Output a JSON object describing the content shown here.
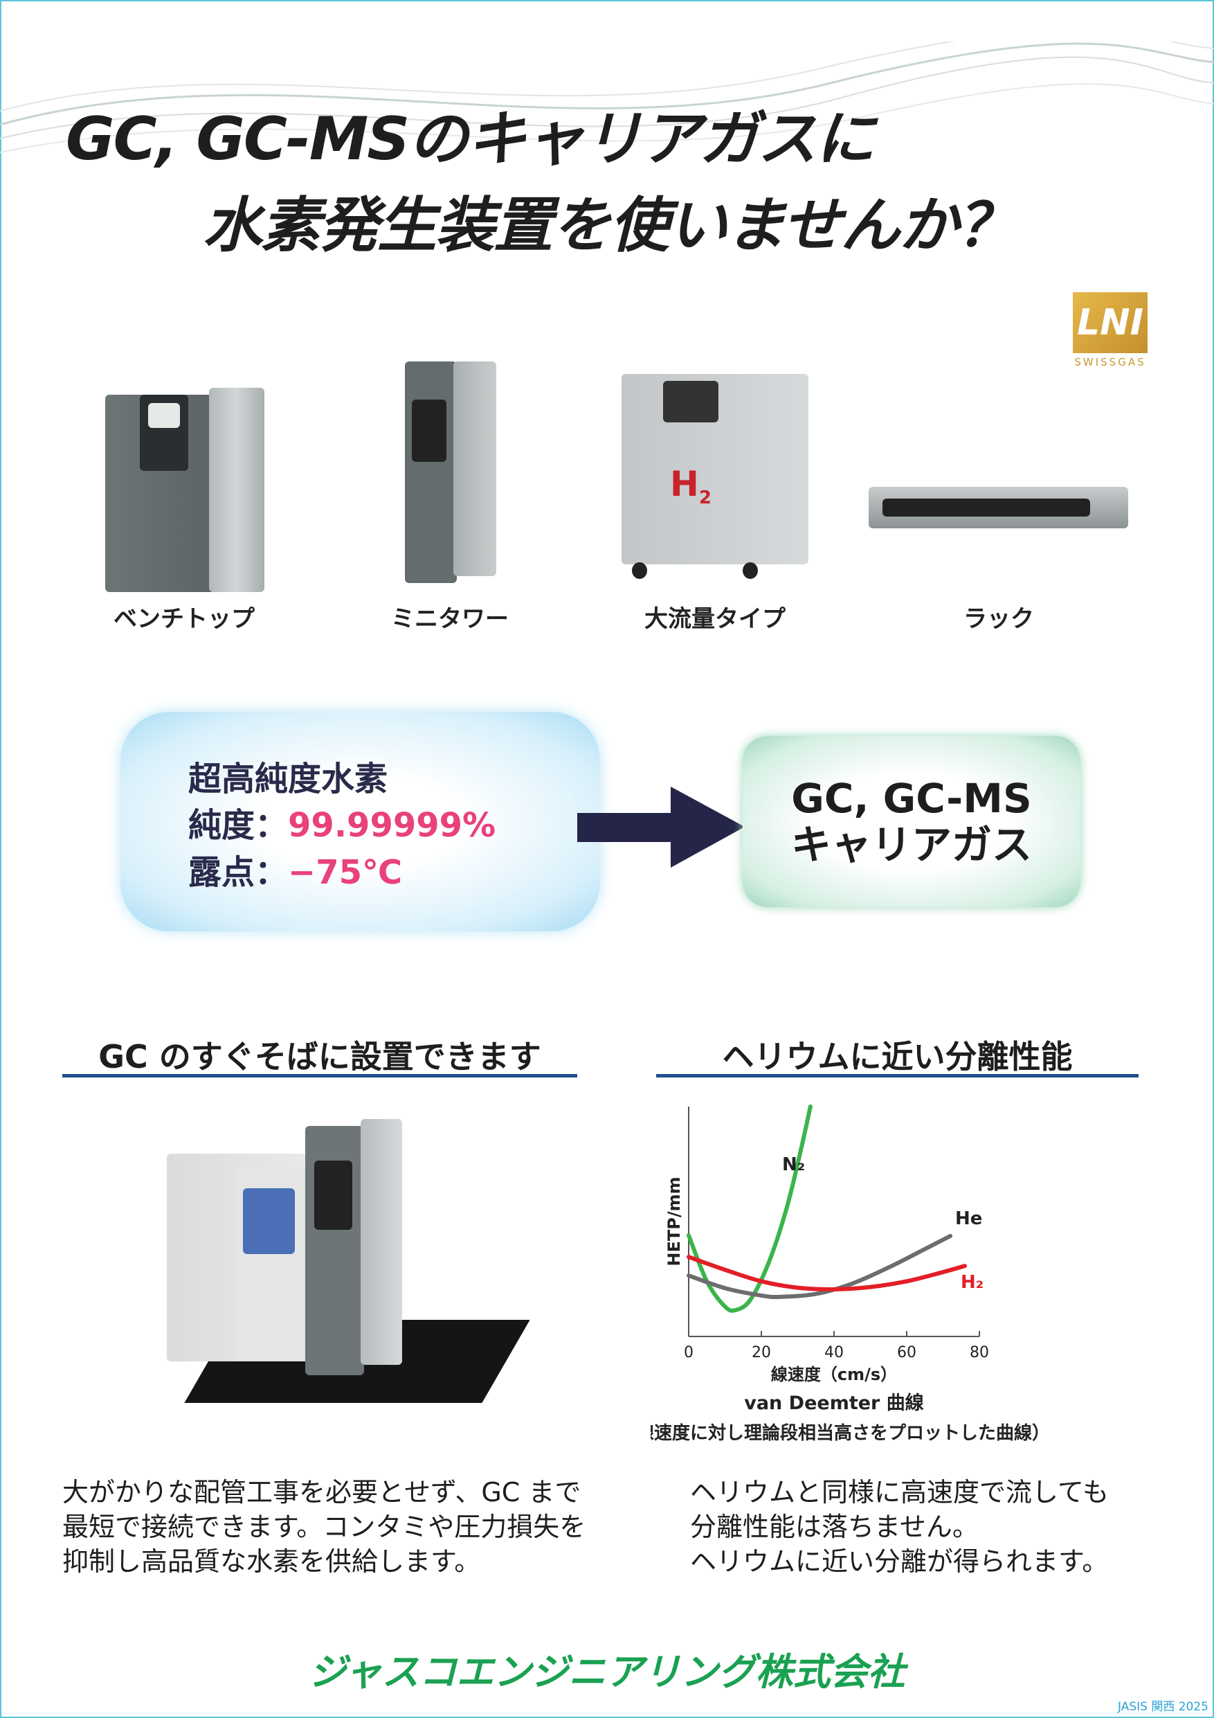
{
  "header": {
    "title_line1": "GC, GC-MSのキャリアガスに",
    "title_line2": "水素発生装置を使いませんか？"
  },
  "logo": {
    "mark": "LNI",
    "sub": "SWISSGAS"
  },
  "products": [
    {
      "label": "ベンチトップ"
    },
    {
      "label": "ミニタワー"
    },
    {
      "label": "大流量タイプ"
    },
    {
      "label": "ラック"
    }
  ],
  "spec": {
    "heading": "超高純度水素",
    "purity_label": "純度：",
    "purity_value": "99.99999%",
    "dew_label": "露点：",
    "dew_value": "−75℃"
  },
  "target": {
    "line1": "GC, GC-MS",
    "line2": "キャリアガス"
  },
  "left_section": {
    "heading": "GC のすぐそばに設置できます",
    "body": [
      "大がかりな配管工事を必要とせず、GC まで",
      "最短で接続できます。コンタミや圧力損失を",
      "抑制し高品質な水素を供給します。"
    ]
  },
  "right_section": {
    "heading": "ヘリウムに近い分離性能",
    "body": [
      "ヘリウムと同様に高速度で流しても",
      "分離性能は落ちません。",
      "ヘリウムに近い分離が得られます。"
    ]
  },
  "chart_data": {
    "type": "line",
    "title": "van Deemter 曲線",
    "subtitle": "（線速度に対し理論段相当高さをプロットした曲線）",
    "xlabel": "線速度（cm/s）",
    "ylabel": "HETP/mm",
    "xlim": [
      0,
      80
    ],
    "ylim": [
      0,
      10
    ],
    "xticks": [
      "0",
      "20",
      "40",
      "60",
      "80"
    ],
    "grid": false,
    "series": [
      {
        "name": "N2",
        "label": "N₂",
        "color": "#3cb44a",
        "points": [
          [
            0,
            4.4
          ],
          [
            5,
            2.4
          ],
          [
            10,
            1.3
          ],
          [
            13,
            1.15
          ],
          [
            17,
            1.6
          ],
          [
            22,
            3.2
          ],
          [
            27,
            5.6
          ],
          [
            31,
            8.2
          ],
          [
            33.5,
            10
          ]
        ]
      },
      {
        "name": "He",
        "label": "He",
        "color": "#6d6d70",
        "points": [
          [
            0,
            2.65
          ],
          [
            10,
            2.1
          ],
          [
            20,
            1.78
          ],
          [
            25,
            1.72
          ],
          [
            35,
            1.85
          ],
          [
            45,
            2.3
          ],
          [
            55,
            3.0
          ],
          [
            65,
            3.8
          ],
          [
            72,
            4.37
          ]
        ]
      },
      {
        "name": "H2",
        "label": "H₂",
        "color": "#e31e26",
        "points": [
          [
            0,
            3.46
          ],
          [
            10,
            2.9
          ],
          [
            20,
            2.4
          ],
          [
            30,
            2.12
          ],
          [
            40,
            2.05
          ],
          [
            50,
            2.15
          ],
          [
            60,
            2.4
          ],
          [
            70,
            2.8
          ],
          [
            76,
            3.07
          ]
        ]
      }
    ]
  },
  "footer": {
    "company": "ジャスコエンジニアリング株式会社",
    "event": "JASIS 関西 2025"
  },
  "colors": {
    "accent_pink": "#e8417c",
    "rule_blue": "#1f4e8c",
    "company_green": "#1aa152",
    "arrow": "#25254a"
  }
}
